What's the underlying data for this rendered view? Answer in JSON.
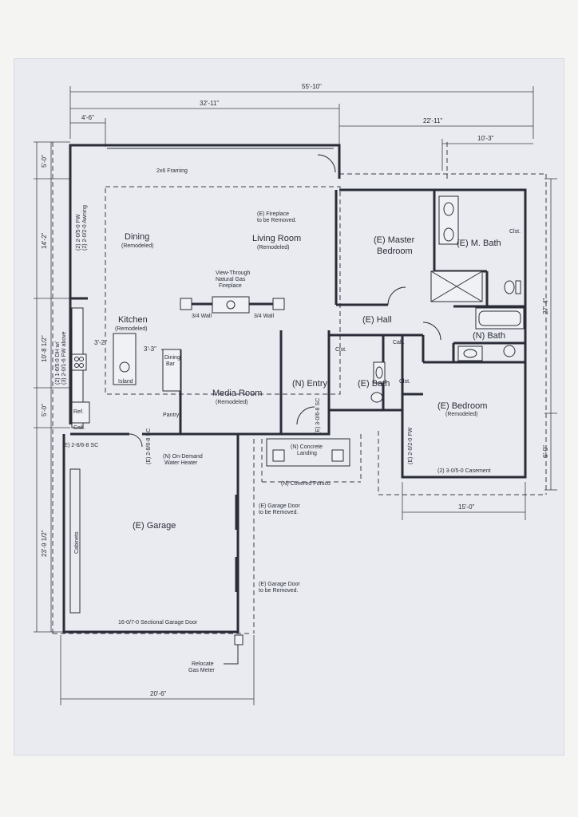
{
  "dimensions": {
    "overall_width": "55'-10\"",
    "left_width": "32'-11\"",
    "right_width": "22'-11\"",
    "left_offset": "4'-6\"",
    "right_offset": "10'-3\"",
    "bottom_width": "20'-6\"",
    "bath_width": "15'-0\"",
    "left_v1": "5'-0\"",
    "left_v2": "14'-2\"",
    "left_v3": "10'-8 1/2\"",
    "left_v4": "5'-0\"",
    "left_v5": "23'-9 1/2\"",
    "right_v1": "27'-4\"",
    "right_v2": "6'-0\"",
    "kitchen_gap": "3'-2\"",
    "island_gap": "3'-3\""
  },
  "rooms": {
    "dining": "Dining",
    "dining_sub": "(Remodeled)",
    "living": "Living Room",
    "living_sub": "(Remodeled)",
    "master_1": "(E) Master",
    "master_2": "Bedroom",
    "m_bath": "(E) M. Bath",
    "kitchen": "Kitchen",
    "kitchen_sub": "(Remodeled)",
    "hall": "(E) Hall",
    "n_bath": "(N) Bath",
    "media": "Media Room",
    "media_sub": "(Remodeled)",
    "entry": "(N) Entry",
    "e_bath": "(E) Bath",
    "bedroom": "(E) Bedroom",
    "bedroom_sub": "(Remodeled)",
    "garage": "(E) Garage"
  },
  "notes": {
    "framing": "2x6 Framing",
    "fireplace_removed_1": "(E) Fireplace",
    "fireplace_removed_2": "to be Removed.",
    "view_through_1": "View-Through",
    "view_through_2": "Natural Gas",
    "view_through_3": "Fireplace",
    "wall_left": "3/4 Wall",
    "wall_right": "3/4 Wall",
    "dining_window_1": "(2) 2-0/5-0 FW",
    "dining_window_2": "(2) 2-0/2-0 Awning",
    "kitchen_window_1": "(2) 1-6/5-0 DH w/",
    "kitchen_window_2": "(3) 2-0/1-6 FW above",
    "island": "Island",
    "dining_bar_1": "Dining",
    "dining_bar_2": "Bar",
    "pantry": "Pantry",
    "ref": "Ref.",
    "cab": "Cab.",
    "cab_hall": "Cab.",
    "clst_bath": "Clst.",
    "clst_hall": "Clst.",
    "clst_master": "Clst.",
    "door_left": "(E) 2-6/6-8 SC",
    "door_garage": "(E) 2-8/6-8 SC",
    "door_entry": "(E) 3-0/6-8 SC",
    "water_heater_1": "(N) On-Demand",
    "water_heater_2": "Water Heater",
    "landing_1": "(N) Concrete",
    "landing_2": "Landing",
    "portico": "(N) Covered Portico",
    "bed_window_side": "(E) 2-0/2-0 FW",
    "casement": "(2) 3-0/5-0 Casement",
    "garage_door_1a": "(E) Garage Door",
    "garage_door_1b": "to be Removed.",
    "garage_door_2a": "(E) Garage Door",
    "garage_door_2b": "to be Removed.",
    "sectional_door": "16-0/7-0 Sectional Garage Door",
    "cabinets": "Cabinets",
    "gas_meter_1": "Relocate",
    "gas_meter_2": "Gas Meter"
  }
}
